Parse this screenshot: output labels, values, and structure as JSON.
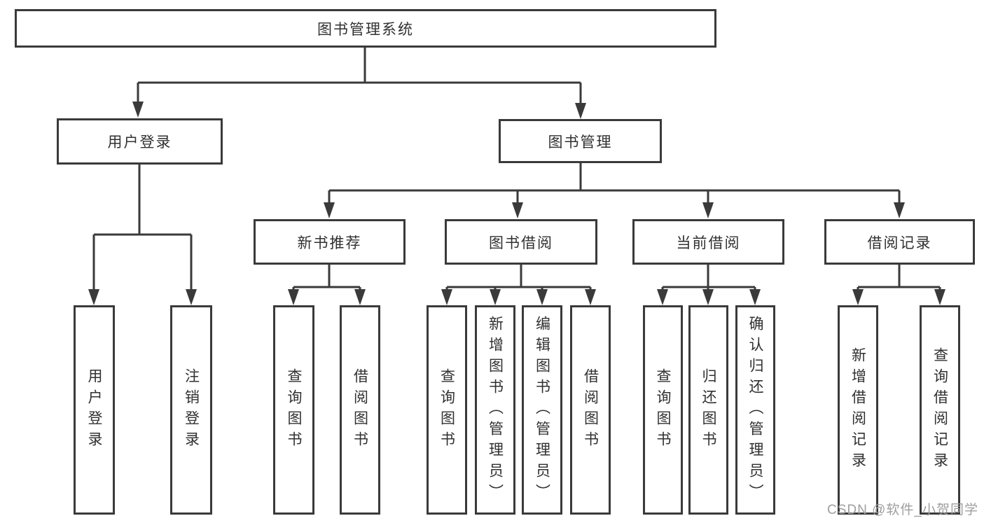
{
  "colors": {
    "line": "#3a3a3a",
    "text": "#303030",
    "background": "#ffffff",
    "watermark": "#9e9e9e"
  },
  "diagram": {
    "root": {
      "label": "图书管理系统"
    },
    "level2": {
      "user_login": {
        "label": "用户登录"
      },
      "book_management": {
        "label": "图书管理"
      }
    },
    "level3": {
      "new_book_recommend": {
        "label": "新书推荐"
      },
      "book_borrow": {
        "label": "图书借阅"
      },
      "current_borrow": {
        "label": "当前借阅"
      },
      "borrow_records": {
        "label": "借阅记录"
      }
    },
    "leaves": {
      "user_login": [
        "用户登录",
        "注销登录"
      ],
      "new_book_recommend": [
        "查询图书",
        "借阅图书"
      ],
      "book_borrow": [
        "查询图书",
        "新增图书（管理员）",
        "编辑图书（管理员）",
        "借阅图书"
      ],
      "current_borrow": [
        "查询图书",
        "归还图书",
        "确认归还（管理员）"
      ],
      "borrow_records": [
        "新增借阅记录",
        "查询借阅记录"
      ]
    }
  },
  "watermark": {
    "text": "CSDN @软件_小贺同学"
  }
}
